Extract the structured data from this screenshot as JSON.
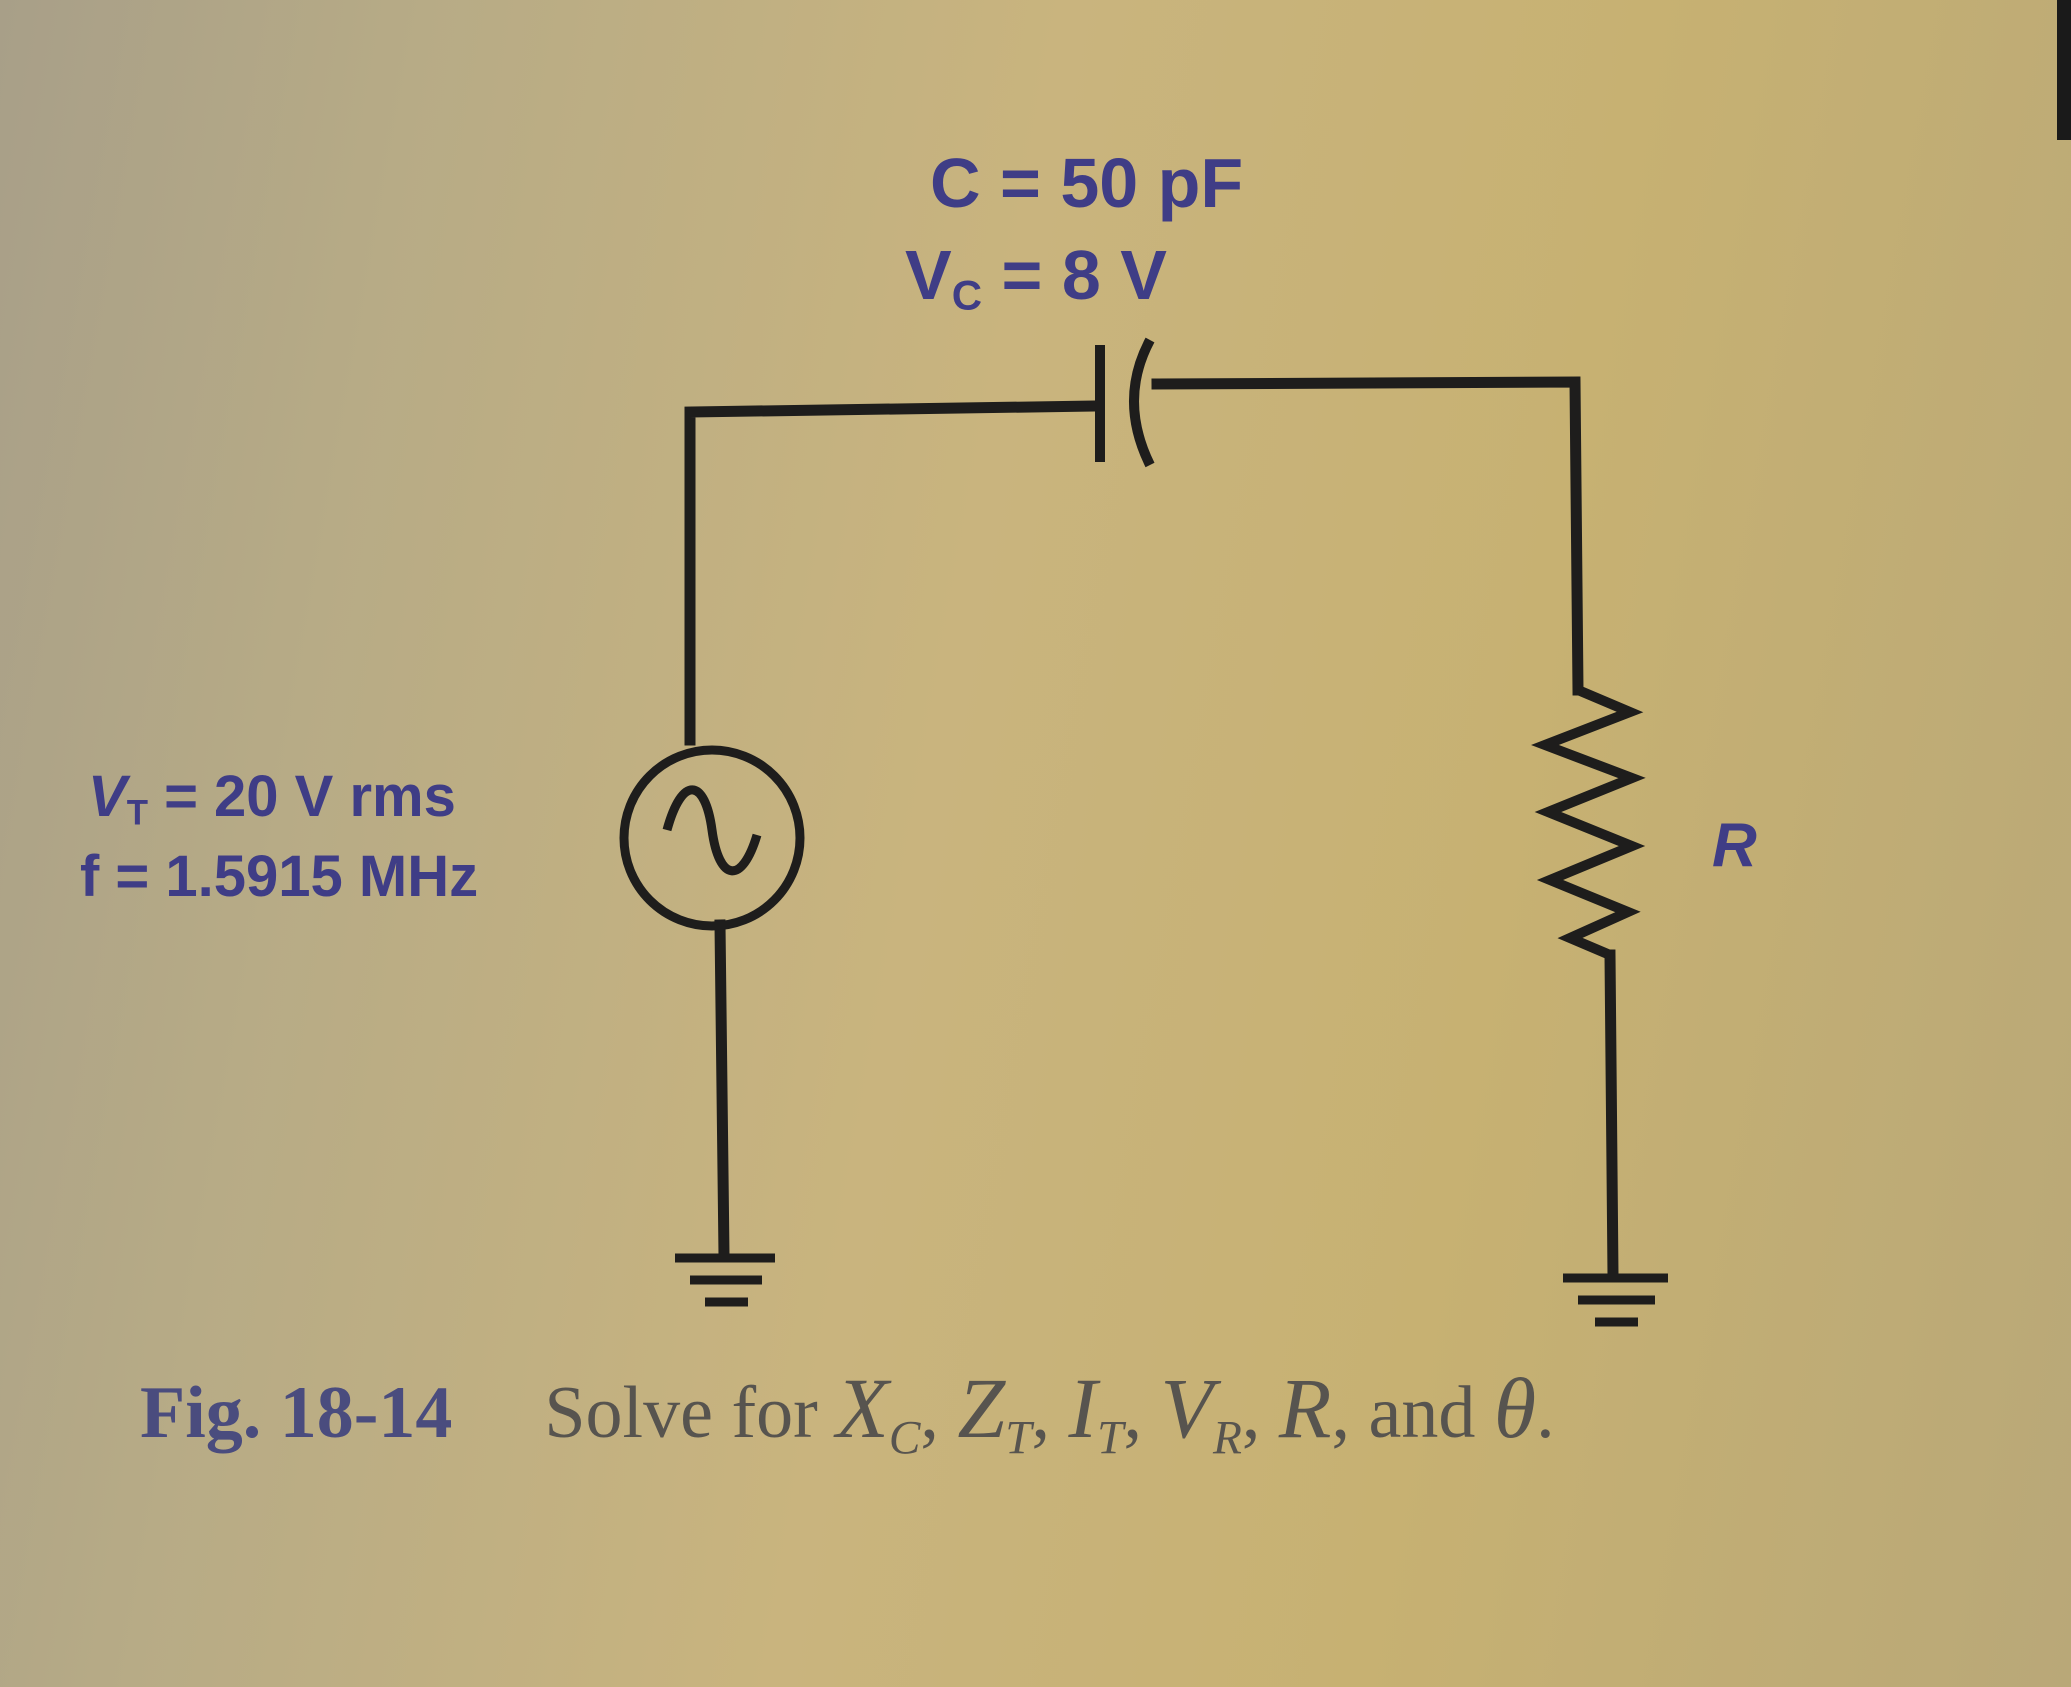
{
  "capacitor": {
    "capacitance_label": "C = 50 pF",
    "voltage_label": "V",
    "voltage_label_sub": "C",
    "voltage_value": " = 8 V"
  },
  "source": {
    "voltage_label": "V",
    "voltage_label_sub": "T",
    "voltage_value": " = 20 V rms",
    "frequency_label": "f = 1.5915 MHz"
  },
  "resistor": {
    "label": "R"
  },
  "caption": {
    "figure": "Fig. 18-14",
    "prefix": "Solve for",
    "x": "X",
    "x_sub": "C",
    "z": "Z",
    "z_sub": "T",
    "i": "I",
    "i_sub": "T",
    "v": "V",
    "v_sub": "R",
    "r": "R",
    "and_text": ", and",
    "theta": "θ",
    "period": ".",
    "comma": ","
  },
  "colors": {
    "wire": "#1e1d1c",
    "label": "#3f3d86",
    "caption": "#57544f"
  }
}
